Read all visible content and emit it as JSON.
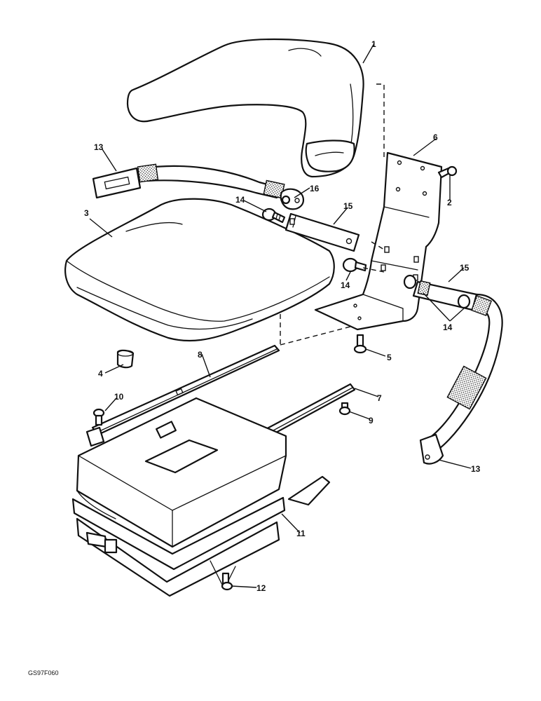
{
  "diagram": {
    "reference_code": "GS97F060",
    "callouts": {
      "c1": "1",
      "c2": "2",
      "c3": "3",
      "c4": "4",
      "c5": "5",
      "c6": "6",
      "c7": "7",
      "c8": "8",
      "c9": "9",
      "c10": "10",
      "c11": "11",
      "c12": "12",
      "c13a": "13",
      "c13b": "13",
      "c14a": "14",
      "c14b": "14",
      "c14c": "14",
      "c15a": "15",
      "c15b": "15",
      "c16": "16"
    }
  }
}
